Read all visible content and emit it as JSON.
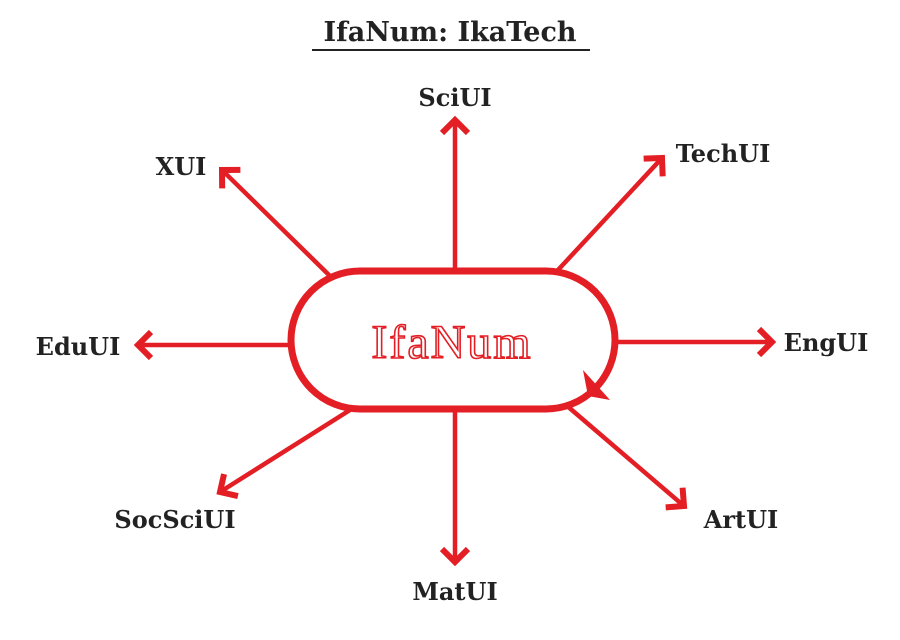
{
  "title": "IfaNum: IkaTech",
  "center_label": "IfaNum",
  "accent_color": "#e31e24",
  "nodes": [
    {
      "id": "sci",
      "label": "SciUI",
      "direction": "up"
    },
    {
      "id": "tech",
      "label": "TechUI",
      "direction": "up-right"
    },
    {
      "id": "eng",
      "label": "EngUI",
      "direction": "right"
    },
    {
      "id": "art",
      "label": "ArtUI",
      "direction": "down-right"
    },
    {
      "id": "mat",
      "label": "MatUI",
      "direction": "down"
    },
    {
      "id": "socsci",
      "label": "SocSciUI",
      "direction": "down-left"
    },
    {
      "id": "edu",
      "label": "EduUI",
      "direction": "left"
    },
    {
      "id": "x",
      "label": "XUI",
      "direction": "up-left"
    }
  ]
}
